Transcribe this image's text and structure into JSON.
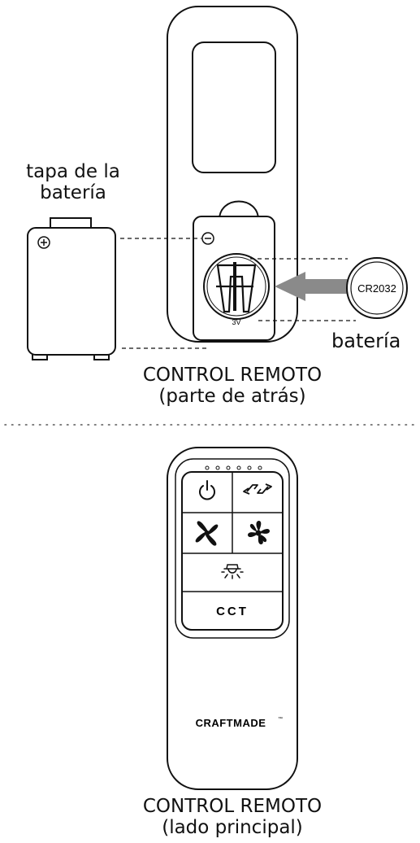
{
  "back_view": {
    "battery_cover_label": "tapa de la batería",
    "battery_label": "batería",
    "battery_model": "CR2032",
    "voltage": "3V",
    "caption_line1": "CONTROL REMOTO",
    "caption_line2": "(parte de atrás)"
  },
  "front_view": {
    "cct_button_label": "CCT",
    "brand": "CRAFTMADE",
    "trademark": "™",
    "caption_line1": "CONTROL REMOTO",
    "caption_line2": "(lado principal)",
    "buttons": [
      {
        "icon": "power-icon"
      },
      {
        "icon": "fan-reverse-icon"
      },
      {
        "icon": "fan-low-icon"
      },
      {
        "icon": "fan-high-icon"
      },
      {
        "icon": "light-icon"
      }
    ]
  },
  "colors": {
    "line": "#111111",
    "arrow": "#8a8a8a"
  }
}
